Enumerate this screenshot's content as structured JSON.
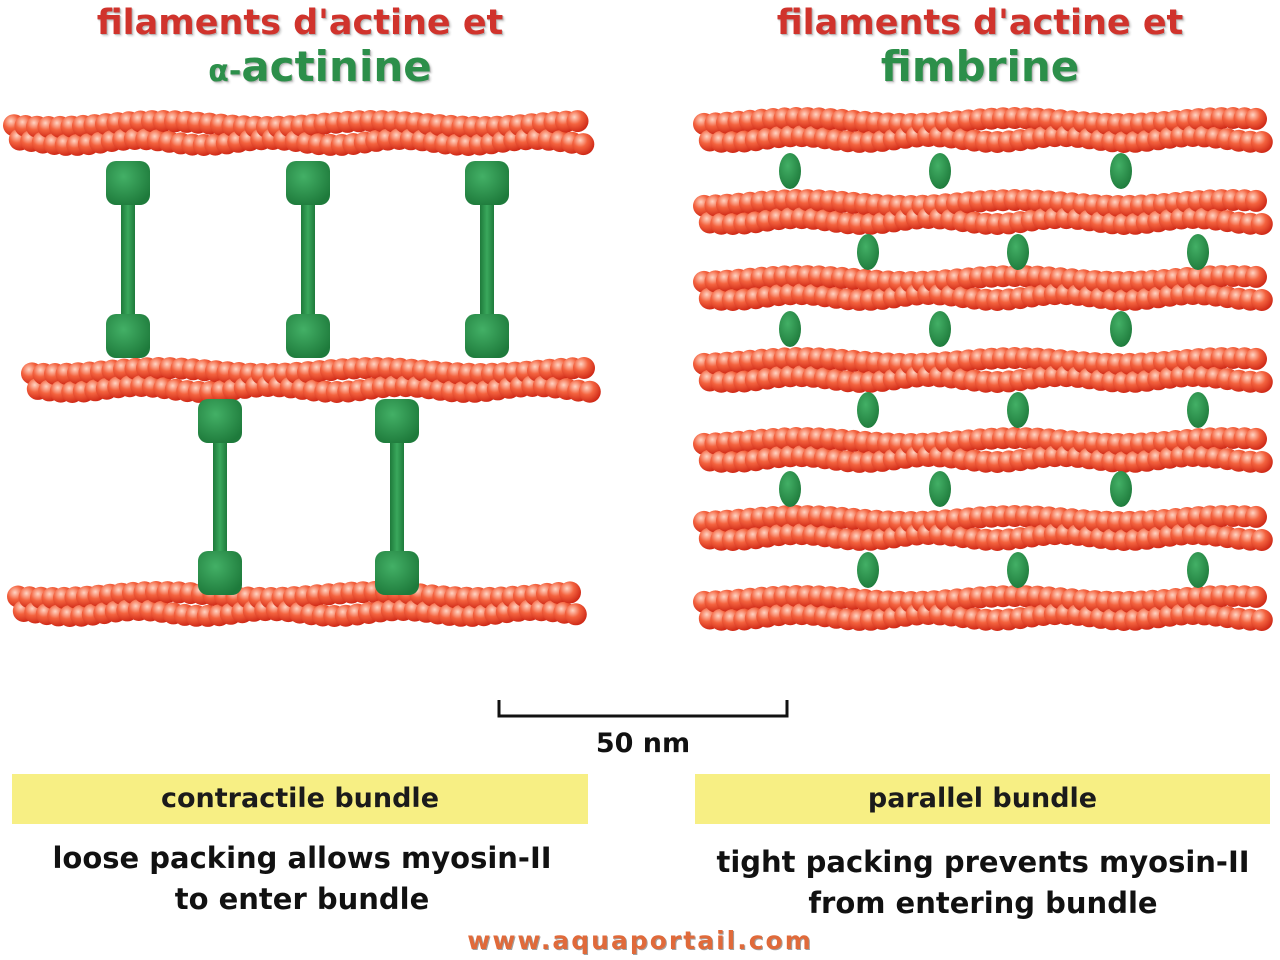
{
  "left_panel": {
    "title_line1": "filaments d'actine et",
    "title_prefix": "α-",
    "title_line2": "actinine",
    "bundle_label": "contractile bundle",
    "description_line1": "loose packing allows myosin-II",
    "description_line2": "to enter bundle"
  },
  "right_panel": {
    "title_line1": "filaments d'actine et",
    "title_line2": "fimbrine",
    "bundle_label": "parallel bundle",
    "description_line1": "tight packing prevents myosin-II",
    "description_line2": "from entering bundle"
  },
  "scale_bar": {
    "label": "50 nm"
  },
  "watermark": "www.aquaportail.com",
  "colors": {
    "actin": "#e8412f",
    "crosslinker": "#258a45",
    "label_band": "#f7ef84",
    "title_red": "#d0332c",
    "title_green": "#2c8f4a"
  }
}
